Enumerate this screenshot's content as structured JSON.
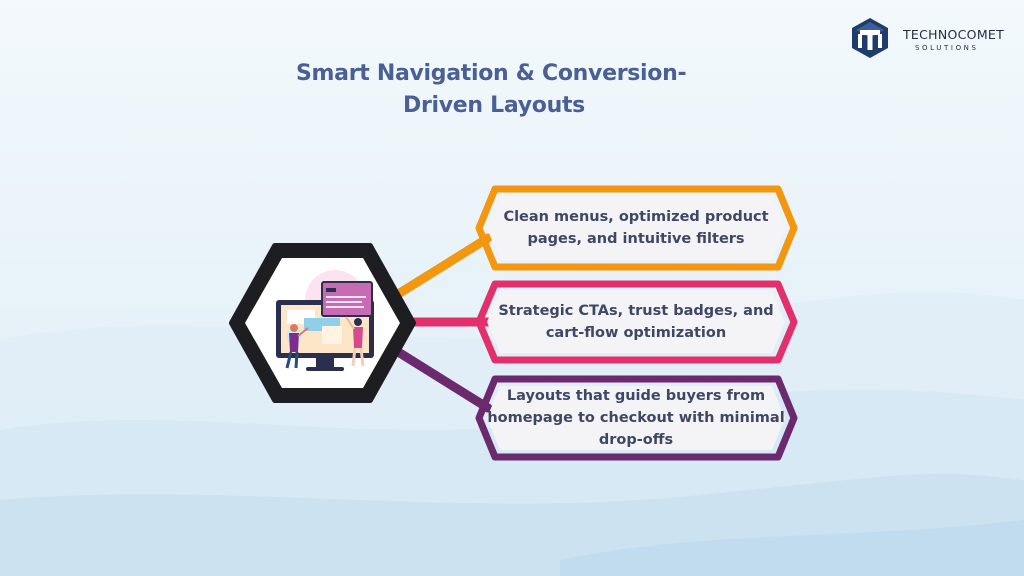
{
  "title": {
    "line1": "Smart Navigation & Conversion-",
    "line2": "Driven Layouts"
  },
  "brand": {
    "name": "TECHNOCOMET",
    "tagline": "SOLUTIONS",
    "logo_color": "#1f3d6b"
  },
  "cards": [
    {
      "line1": "Clean menus, optimized product",
      "line2": "pages, and intuitive filters",
      "border_color": "#f2970f"
    },
    {
      "line1": "Strategic CTAs, trust badges, and",
      "line2": "cart-flow optimization",
      "border_color": "#e1306c"
    },
    {
      "line1": "Layouts that guide buyers from",
      "line2": "homepage to checkout with minimal",
      "line3": "drop-offs",
      "border_color": "#6b2a6e"
    }
  ],
  "colors": {
    "title": "#4a5f93",
    "card_text": "#3e4766",
    "hexagon_border": "#1d1d22"
  },
  "icons": {
    "central": "monitor-with-people-icon",
    "brand": "t-cube-logo-icon"
  }
}
